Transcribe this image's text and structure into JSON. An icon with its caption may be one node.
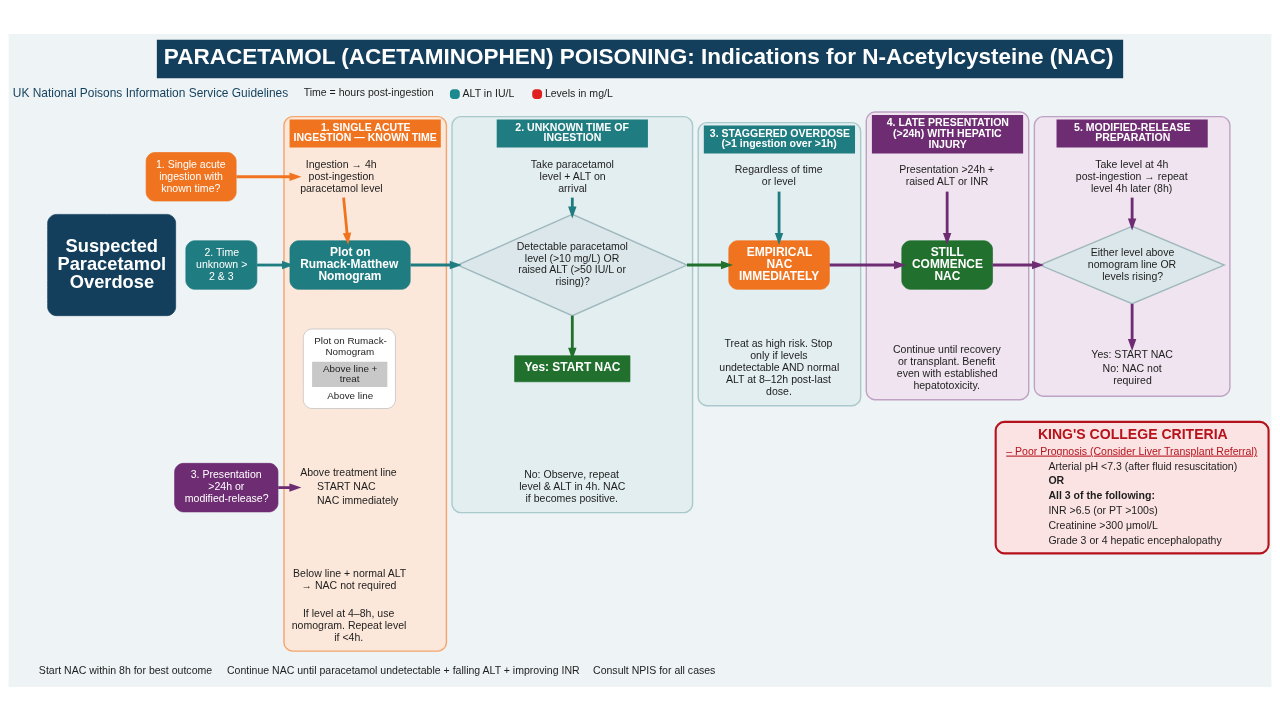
{
  "diagram": {
    "title": "PARACETAMOL (ACETAMINOPHEN) POISONING: Indications for N-Acetylcysteine (NAC)",
    "nodes": [
      {
        "text": [
          "Suspected Paracetamol Overdose"
        ]
      },
      {
        "text": [
          "1. Single acute ingestion with known time?"
        ]
      },
      {
        "text": [
          "2. Time unknown > 2 & 3"
        ]
      },
      {
        "text": [
          "3. Presentation >24h or modified-release?"
        ]
      },
      {
        "text": [
          "1. SINGLE ACUTE INGESTION — KNOWN TIME"
        ]
      },
      {
        "text": [
          "Ingestion → 4h post-ingestion paracetamol level"
        ],
        "in": 4
      },
      {
        "text": [
          "Plot on Rumack-Matthew Nomogram"
        ],
        "in": 4
      },
      {
        "text": [
          "Plot on Rumack- Nomogram",
          "Above line + treat",
          "Above line"
        ],
        "in": 4
      },
      {
        "text": [
          "Above treatment line",
          "START NAC",
          "NAC immediately"
        ],
        "in": 4
      },
      {
        "text": [
          "2. UNKNOWN TIME OF INGESTION"
        ]
      },
      {
        "text": [
          "Take paracetamol level + ALT on arrival"
        ],
        "in": 9
      },
      {
        "text": [
          "Detectable paracetamol level (>10 mg/L) OR raised ALT (>50 IU/L or rising)?"
        ],
        "in": 9
      },
      {
        "text": [
          "Yes: START NAC"
        ],
        "in": 9
      },
      {
        "text": [
          "3. STAGGERED OVERDOSE (>1 ingestion over >1h)"
        ]
      },
      {
        "text": [
          "Regardless of time or level"
        ],
        "in": 13
      },
      {
        "text": [
          "EMPIRICAL NAC IMMEDIATELY"
        ],
        "in": 13
      },
      {
        "text": [
          "4. LATE PRESENTATION (>24h) WITH HEPATIC INJURY"
        ]
      },
      {
        "text": [
          "Presentation >24h + raised ALT or INR"
        ],
        "in": 16
      },
      {
        "text": [
          "STILL COMMENCE NAC"
        ],
        "in": 16
      },
      {
        "text": [
          "5. MODIFIED-RELEASE PREPARATION"
        ]
      },
      {
        "text": [
          "Take level at 4h post-ingestion → repeat level 4h later (8h)"
        ],
        "in": 19
      },
      {
        "text": [
          "Either level above nomogram line OR levels rising?"
        ],
        "in": 19
      },
      {
        "text": [
          "Yes: START NAC",
          "No: NAC not required"
        ],
        "in": 19
      },
      {
        "text": [
          "KING'S COLLEGE CRITERIA",
          "– Poor Prognosis (Consider Liver Transplant Referral)",
          "Arterial pH <7.3 (after fluid resuscitation)",
          "OR",
          "All 3 of the following:",
          "INR >6.5 (or PT >100s)",
          "Creatinine >300 μmol/L",
          "Grade 3 or 4 hepatic encephalopathy"
        ]
      }
    ],
    "edges": [
      {
        "from": 1,
        "to": 5,
        "arrow": "to",
        "color": "#f0731f"
      },
      {
        "from": 2,
        "to": 6,
        "arrow": "to",
        "color": "#1f7c80"
      },
      {
        "from": 3,
        "to": 8,
        "arrow": "to"
      },
      {
        "from": 5,
        "to": 6,
        "arrow": "to",
        "color": "#f0731f"
      },
      {
        "from": 6,
        "to": 11,
        "arrow": "to",
        "color": "#1f7c80"
      },
      {
        "from": 10,
        "to": 11,
        "arrow": "to",
        "color": "#1f7c80"
      },
      {
        "from": 11,
        "to": 12,
        "arrow": "to",
        "color": "#21702e"
      },
      {
        "from": 11,
        "to": 15,
        "arrow": "to",
        "color": "#21702e"
      },
      {
        "from": 14,
        "to": 15,
        "arrow": "to",
        "color": "#1f7c80"
      },
      {
        "from": 15,
        "to": 18,
        "arrow": "to"
      },
      {
        "from": 17,
        "to": 18,
        "arrow": "to"
      },
      {
        "from": 18,
        "to": 21,
        "arrow": "to"
      },
      {
        "from": 20,
        "to": 21,
        "arrow": "to"
      },
      {
        "from": 21,
        "to": 22,
        "arrow": "to"
      }
    ],
    "labels": [
      "UK National Poisons Information Service Guidelines",
      "Time = hours post-ingestion",
      "Below line + normal ALT → NAC not required",
      "If level at 4–8h, use nomogram. Repeat level if <4h.",
      "No: Observe, repeat level & ALT in 4h. NAC if becomes positive.",
      "Treat as high risk. Stop only if levels undetectable AND normal ALT at 8–12h post-last dose.",
      "Continue until recovery or transplant. Benefit even with established hepatotoxicity.",
      "Start NAC within 8h for best outcome",
      "Continue NAC until paracetamol undetectable + falling ALT + improving INR",
      "Consult NPIS for all cases"
    ],
    "legend": [
      {
        "text": "ALT in IU/L",
        "color": "#1a8a8f"
      },
      {
        "text": "Levels in mg/L",
        "color": "#e0201e"
      }
    ]
  }
}
